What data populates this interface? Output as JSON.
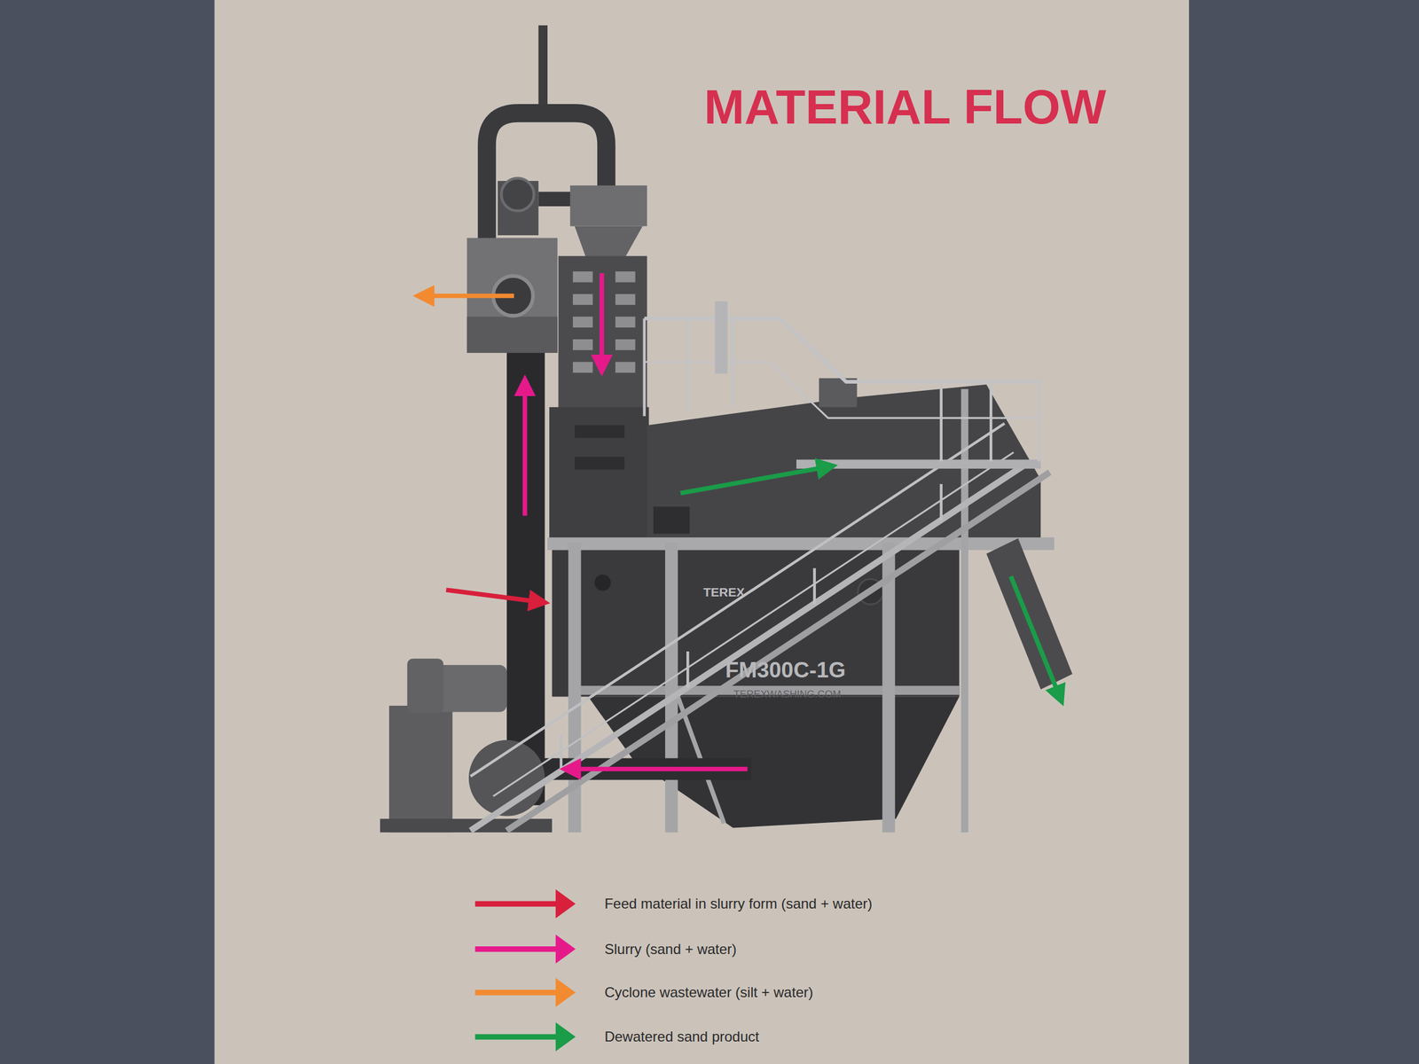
{
  "diagram": {
    "title": "MATERIAL FLOW",
    "labels": [
      "TEREX",
      "FM300C-1G",
      "TEREXWASHING.COM"
    ],
    "legend": [
      {
        "text": "Feed material in slurry form (sand + water)",
        "color": "#d81f3c"
      },
      {
        "text": "Slurry (sand + water)",
        "color": "#e6198b"
      },
      {
        "text": "Cyclone wastewater (silt + water)",
        "color": "#f28a30"
      },
      {
        "text": "Dewatered sand product",
        "color": "#1a9c48"
      }
    ]
  }
}
